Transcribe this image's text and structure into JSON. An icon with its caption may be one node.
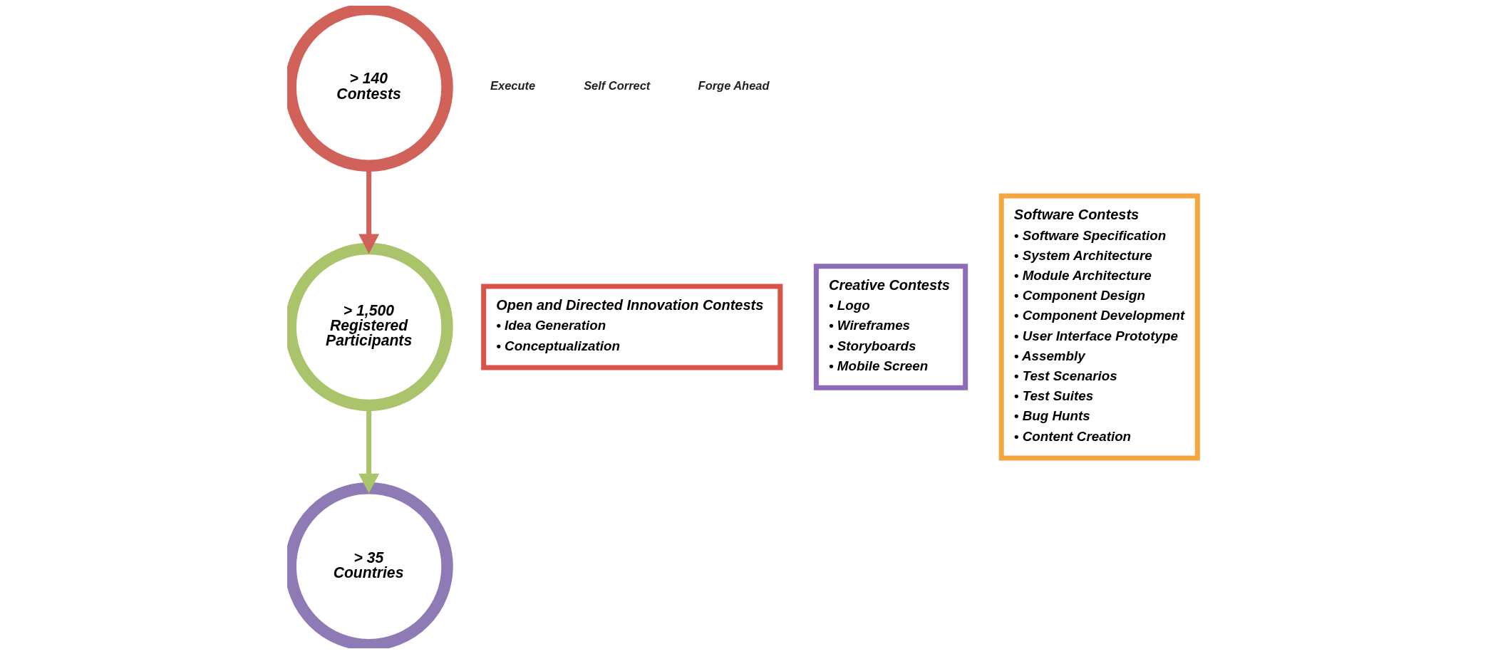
{
  "diagram": {
    "nodes": [
      {
        "text": [
          "> 140 Contests"
        ]
      },
      {
        "text": [
          "> 1,500 Registered Participants"
        ]
      },
      {
        "text": [
          "> 35 Countries"
        ]
      },
      {
        "text": [
          "Open and Directed Innovation Contests",
          "• Idea Generation",
          "• Conceptualization"
        ]
      },
      {
        "text": [
          "Creative Contests",
          "• Logo",
          "• Wireframes",
          "• Storyboards",
          "• Mobile Screen"
        ]
      },
      {
        "text": [
          "Software Contests",
          "• Software Specification",
          "• System Architecture",
          "• Module Architecture",
          "• Component Design",
          "• Component Development",
          "• User Interface Prototype",
          "• Assembly",
          "• Test Scenarios",
          "• Test Suites",
          "• Bug Hunts",
          "• Content Creation"
        ]
      }
    ],
    "edges": [
      {
        "from": 0,
        "to": 1,
        "arrow": "to",
        "color": "#d0625a"
      },
      {
        "from": 1,
        "to": 2,
        "arrow": "to",
        "color": "#a9c46a"
      }
    ],
    "labels": [
      "Execute",
      "Self Correct",
      "Forge Ahead"
    ]
  }
}
